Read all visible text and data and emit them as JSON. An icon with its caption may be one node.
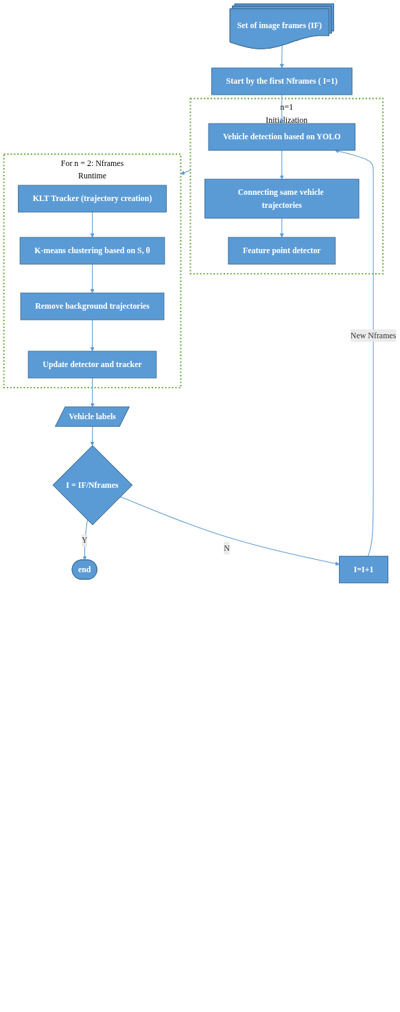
{
  "diagram": {
    "nodes": [
      {
        "text": [
          "Set of image frames (IF)"
        ]
      },
      {
        "text": [
          "Start by the first Nframes ( I=1)"
        ]
      },
      {
        "text": [
          "n=1",
          "Initialization"
        ]
      },
      {
        "text": [
          "Vehicle detection based on YOLO"
        ],
        "in": 2
      },
      {
        "text": [
          "Connecting same vehicle trajectories"
        ],
        "in": 2
      },
      {
        "text": [
          "Feature point detector"
        ],
        "in": 2
      },
      {
        "text": [
          "For n = 2: Nframes",
          "Runtime"
        ]
      },
      {
        "text": [
          "KLT Tracker (trajectory creation)"
        ],
        "in": 6
      },
      {
        "text": [
          "K-means clustering  based on S, θ"
        ],
        "in": 6
      },
      {
        "text": [
          "Remove background trajectories"
        ],
        "in": 6
      },
      {
        "text": [
          "Update detector and tracker"
        ],
        "in": 6
      },
      {
        "text": [
          "Vehicle labels"
        ]
      },
      {
        "text": [
          "I = IF/Nframes"
        ]
      },
      {
        "text": [
          "end"
        ]
      },
      {
        "text": [
          "I=I+1"
        ]
      }
    ],
    "edges": [
      {
        "from": 0,
        "to": 1,
        "arrow": "to"
      },
      {
        "from": 1,
        "to": 3,
        "arrow": "to"
      },
      {
        "from": 3,
        "to": 4,
        "arrow": "to"
      },
      {
        "from": 4,
        "to": 5,
        "arrow": "to"
      },
      {
        "from": 2,
        "to": 6,
        "arrow": "to"
      },
      {
        "from": 7,
        "to": 8,
        "arrow": "to"
      },
      {
        "from": 8,
        "to": 9,
        "arrow": "to"
      },
      {
        "from": 9,
        "to": 10,
        "arrow": "to"
      },
      {
        "from": 10,
        "to": 11,
        "arrow": "to"
      },
      {
        "from": 11,
        "to": 12,
        "arrow": "to"
      },
      {
        "from": 12,
        "to": 13,
        "label": "Y",
        "arrow": "to"
      },
      {
        "from": 12,
        "to": 14,
        "label": "N",
        "arrow": "to"
      },
      {
        "from": 14,
        "to": 3,
        "label": "New Nframes",
        "arrow": "to"
      }
    ]
  }
}
